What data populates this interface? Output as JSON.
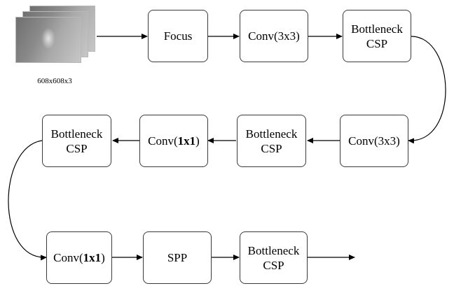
{
  "input": {
    "caption": "608x608x3"
  },
  "nodes": {
    "focus": {
      "lines": [
        "Focus"
      ]
    },
    "conv1": {
      "lines": [
        "Conv(3x3)"
      ]
    },
    "bcsp1": {
      "lines": [
        "Bottleneck",
        "CSP"
      ]
    },
    "conv2": {
      "lines": [
        "Conv(3x3)"
      ]
    },
    "bcsp2": {
      "lines": [
        "Bottleneck",
        "CSP"
      ]
    },
    "conv3": {
      "prefix": "Conv(",
      "bold": "1x1",
      "suffix": ")"
    },
    "bcsp3": {
      "lines": [
        "Bottleneck",
        "CSP"
      ]
    },
    "conv4": {
      "prefix": "Conv(",
      "bold": "1x1",
      "suffix": ")"
    },
    "spp": {
      "lines": [
        "SPP"
      ]
    },
    "bcsp4": {
      "lines": [
        "Bottleneck",
        "CSP"
      ]
    }
  },
  "colors": {
    "stroke": "#000000",
    "box_border": "#3a3a3a"
  }
}
